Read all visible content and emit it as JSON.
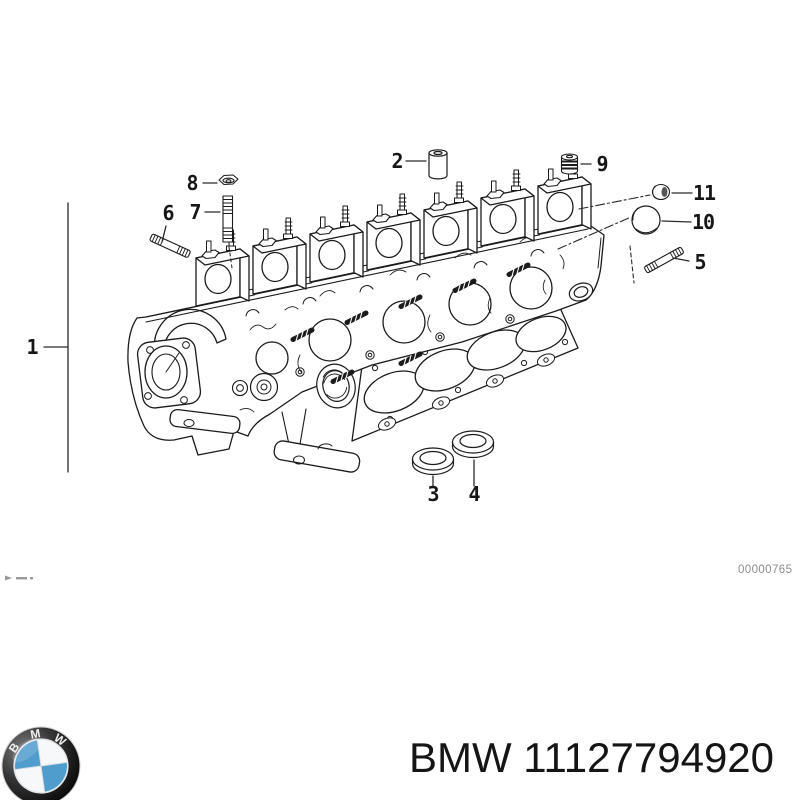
{
  "diagram": {
    "callouts": [
      "1",
      "2",
      "3",
      "4",
      "5",
      "6",
      "7",
      "8",
      "9",
      "10",
      "11"
    ],
    "drawing_number": "00000765"
  },
  "footer": {
    "part_label": "BMW 11127794920",
    "logo_letters": [
      "B",
      "M",
      "W"
    ],
    "colors": {
      "roundel_blue": "#4f9dcd",
      "roundel_ring": "#121212",
      "roundel_white": "#f6f8f9"
    }
  }
}
